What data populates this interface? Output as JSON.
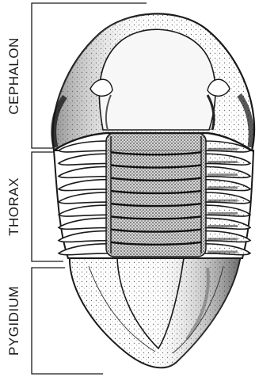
{
  "labels": {
    "cephalon": "CEPHALON",
    "thorax": "THORAX",
    "pygidium": "PYGIDIUM"
  },
  "colors": {
    "ink": "#1a1a1a",
    "paper": "#ffffff",
    "shade_dark": "#2b2b2b",
    "shade_mid": "#9a9a9a",
    "shade_light": "#e4e4e4"
  },
  "illustration": {
    "subject": "trilobite",
    "thorax_segment_count": 9
  }
}
